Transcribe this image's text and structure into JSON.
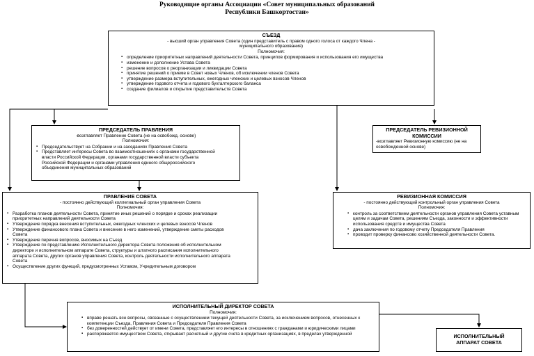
{
  "title": {
    "line1": "Руководящие органы Ассоциации «Совет муниципальных образований",
    "line2": "Республики Башкортостан»"
  },
  "boxes": {
    "congress": {
      "title": "СЪЕЗД",
      "description": "- высший орган управления Совета (один представитель с правом одного голоса от каждого Члена - муниципального образования)",
      "powers_label": "Полномочия:",
      "items": [
        "определение приоритетных направлений деятельности Совета, принципов формирования и использования его имущества",
        "изменение и дополнение Устава Совета",
        "решение вопросов о реорганизации и ликвидации Совета",
        "принятие решений о приеме в Совет новых Членов, об исключении членов Совета",
        "утверждение размера вступительных, ежегодных членских и целевых взносов Членов",
        "утверждение годового отчета и годового бухгалтерского баланса",
        "создание филиалов и открытие представительств Совета"
      ]
    },
    "chairman": {
      "title": "ПРЕДСЕДАТЕЛЬ ПРАВЛЕНИЯ",
      "description": "-возглавляет Правление Совета (не на освобожд. основе)",
      "powers_label": "Полномочия:",
      "items": [
        "Председательствует на Собрании и на заседаниях Правления Совета",
        "Представляет интересы Совета во взаимоотношениях с органами государственной власти Российской Федерации, органами государственной власти субъекта Российской Федерации и органами управления единого общероссийского объединения муниципальных образований"
      ]
    },
    "audit_chair": {
      "title": "ПРЕДСЕДАТЕЛЬ РЕВИЗИОННОЙ КОМИССИИ",
      "description": "-возглавляет Ревизионную комиссию (не на освобожденной основе)"
    },
    "board": {
      "title": "ПРАВЛЕНИЕ СОВЕТА",
      "description": "- постоянно действующий коллегиальный орган управления Совета",
      "powers_label": "Полномочия:",
      "items": [
        "Разработка планов деятельности Совета, принятие иных решений о порядке и сроках реализации приоритетных направлений деятельности Совета",
        "Утверждение порядка внесения вступительных, ежегодных членских и целевых взносов Членов",
        "Утверждение финансового плана Совета и внесение в него изменений, утверждение сметы расходов Совета",
        "Утверждение перечня вопросов, вносимых на Съезд",
        "Утверждение по представлению Исполнительного директора Совета положения об исполнительном директоре и исполнительном аппарате Совета, структуры и штатного расписания исполнительного аппарата Совета, других органов управления Совета, контроль деятельности исполнительного аппарата Совета",
        "Осуществление других функций, предусмотренных Уставом, Учредительным договором"
      ]
    },
    "audit_commission": {
      "title": "РЕВИЗИОННАЯ КОМИССИЯ",
      "description": "- постоянно действующий контрольный орган управления Совета",
      "powers_label": "Полномочия:",
      "items": [
        "контроль за соответствием деятельности органов управления Совета уставным целям и задачам Совета, решениям Съезда, законности и эффективности использования средств и имущества Совета",
        "дача заключения по годовому отчету Председателя Правления",
        "проводит проверку финансово хозяйственной деятельности Совета."
      ]
    },
    "exec_director": {
      "title": "ИСПОЛНИТЕЛЬНЫЙ ДИРЕКТОР СОВЕТА",
      "powers_label": "Полномочия:",
      "items": [
        "вправе решать все вопросы, связанные с осуществлением текущей деятельности Совета, за исключением вопросов, отнесенных к компетенции Съезда, Правления Совета и Председателя Правления Совета",
        "без доверенностей действует от имени Совета, представляет его интересы в отношениях с гражданами и юридическими лицами",
        "распоряжается имуществом Совета, открывает расчетный и другие счета в кредитных организациях, в пределах утвержденной"
      ]
    },
    "exec_apparatus": {
      "title": "ИСПОЛНИТЕЛЬНЫЙ АППАРАТ СОВЕТА"
    }
  },
  "colors": {
    "line": "#000000",
    "box_border": "#000000"
  }
}
